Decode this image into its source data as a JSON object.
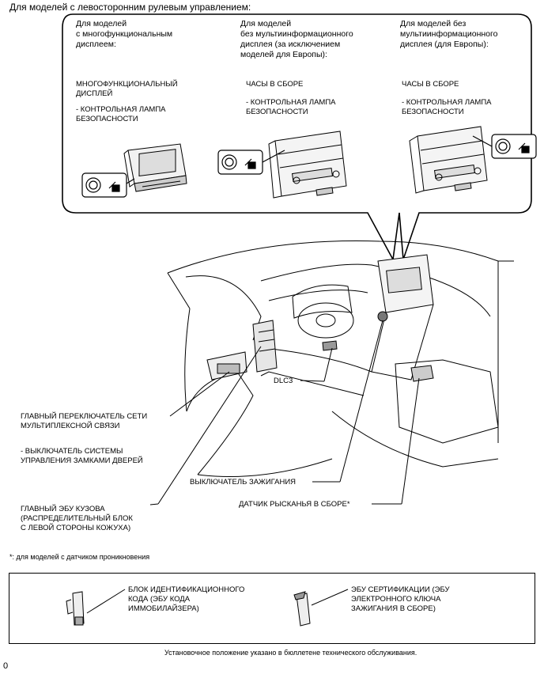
{
  "title": "Для моделей с левосторонним рулевым управлением:",
  "callout": {
    "col1": {
      "heading": "Для моделей\nс многофункциональным\nдисплеем:",
      "part": "МНОГОФУНКЦИОНАЛЬНЫЙ\nДИСПЛЕЙ",
      "lamp": "- КОНТРОЛЬНАЯ ЛАМПА\nБЕЗОПАСНОСТИ"
    },
    "col2": {
      "heading": "Для моделей\nбез мультиинформационного\nдисплея (за исключением\nмоделей для Европы):",
      "part": "ЧАСЫ В СБОРЕ",
      "lamp": "- КОНТРОЛЬНАЯ ЛАМПА\nБЕЗОПАСНОСТИ"
    },
    "col3": {
      "heading": "Для моделей без\nмультиинформационного\nдисплея (для Европы):",
      "part": "ЧАСЫ В СБОРЕ",
      "lamp": "- КОНТРОЛЬНАЯ ЛАМПА\nБЕЗОПАСНОСТИ"
    }
  },
  "labels": {
    "dlc3": "DLC3",
    "mpx_switch": "ГЛАВНЫЙ ПЕРЕКЛЮЧАТЕЛЬ СЕТИ\nМУЛЬТИПЛЕКСНОЙ СВЯЗИ",
    "door_lock": "- ВЫКЛЮЧАТЕЛЬ СИСТЕМЫ\nУПРАВЛЕНИЯ ЗАМКАМИ ДВЕРЕЙ",
    "ignition": "ВЫКЛЮЧАТЕЛЬ ЗАЖИГАНИЯ",
    "body_ecu": "ГЛАВНЫЙ ЭБУ КУЗОВА\n(РАСПРЕДЕЛИТЕЛЬНЫЙ БЛОК\nС ЛЕВОЙ СТОРОНЫ КОЖУХА)",
    "yaw_sensor": "ДАТЧИК РЫСКАНЬЯ В СБОРЕ*"
  },
  "footnote": "*: для моделей с датчиком проникновения",
  "bottom_box": {
    "id_box": "БЛОК ИДЕНТИФИКАЦИОННОГО\nКОДА (ЭБУ КОДА\nИММОБИЛАЙЗЕРА)",
    "cert_ecu": "ЭБУ СЕРТИФИКАЦИИ (ЭБУ\nЭЛЕКТРОННОГО КЛЮЧА\nЗАЖИГАНИЯ В СБОРЕ)"
  },
  "note": "Установочное положение указано в бюллетене технического обслуживания.",
  "corner_mark": "0"
}
